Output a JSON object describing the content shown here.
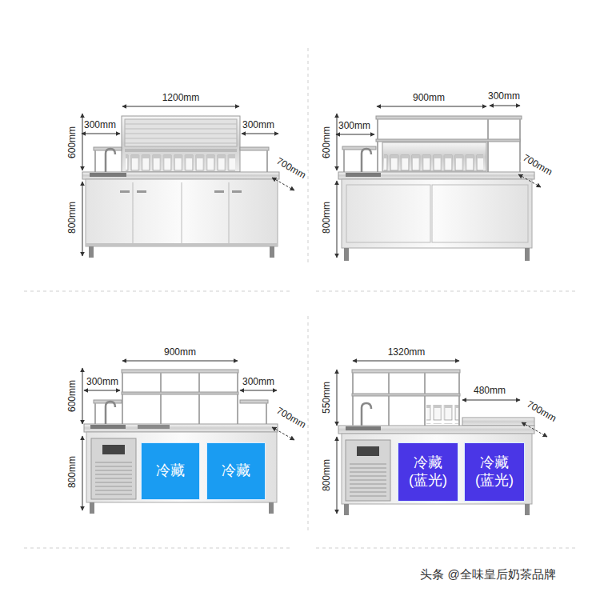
{
  "diagram": {
    "nodes": [
      {
        "text": [
          "冷藏"
        ]
      },
      {
        "text": [
          "冷藏"
        ]
      },
      {
        "text": [
          "冷藏 (蓝光)"
        ]
      },
      {
        "text": [
          "冷藏 (蓝光)"
        ]
      }
    ],
    "labels": [
      "1200mm",
      "300mm",
      "300mm",
      "600mm",
      "700mm",
      "800mm",
      "900mm",
      "300mm",
      "300mm",
      "600mm",
      "700mm",
      "800mm",
      "900mm",
      "300mm",
      "300mm",
      "600mm",
      "700mm",
      "800mm",
      "1320mm",
      "550mm",
      "480mm",
      "700mm",
      "800mm",
      "头条 @全味皇后奶茶品牌"
    ]
  }
}
